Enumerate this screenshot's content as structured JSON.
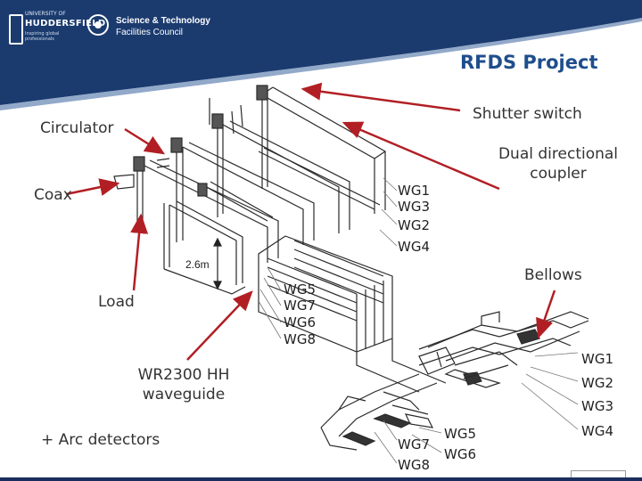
{
  "header": {
    "university_logo": {
      "line1": "UNIVERSITY OF",
      "line2": "HUDDERSFIELD",
      "line3": "Inspiring global professionals"
    },
    "stfc_logo": {
      "line1": "Science & Technology",
      "line2": "Facilities Council"
    },
    "colors": {
      "banner": "#1b3b6f",
      "title": "#1f4e8c",
      "arrow": "#b11f24"
    }
  },
  "title": "RFDS Project",
  "labels": {
    "circulator": "Circulator",
    "shutter_switch": "Shutter switch",
    "dual_directional_coupler": [
      "Dual directional",
      "coupler"
    ],
    "coax": "Coax",
    "load": "Load",
    "bellows": "Bellows",
    "wr2300": [
      "WR2300 HH",
      "waveguide"
    ],
    "arc_detectors": "+ Arc detectors"
  },
  "dimension": "2.6m",
  "waveguide_labels": {
    "upper_group": [
      "WG1",
      "WG3",
      "WG2",
      "WG4"
    ],
    "middle_group": [
      "WG5",
      "WG7",
      "WG6",
      "WG8"
    ],
    "right_group": [
      "WG1",
      "WG2",
      "WG3",
      "WG4"
    ],
    "bottom_left": [
      "WG7",
      "WG8"
    ],
    "bottom_right": [
      "WG5",
      "WG6"
    ]
  }
}
